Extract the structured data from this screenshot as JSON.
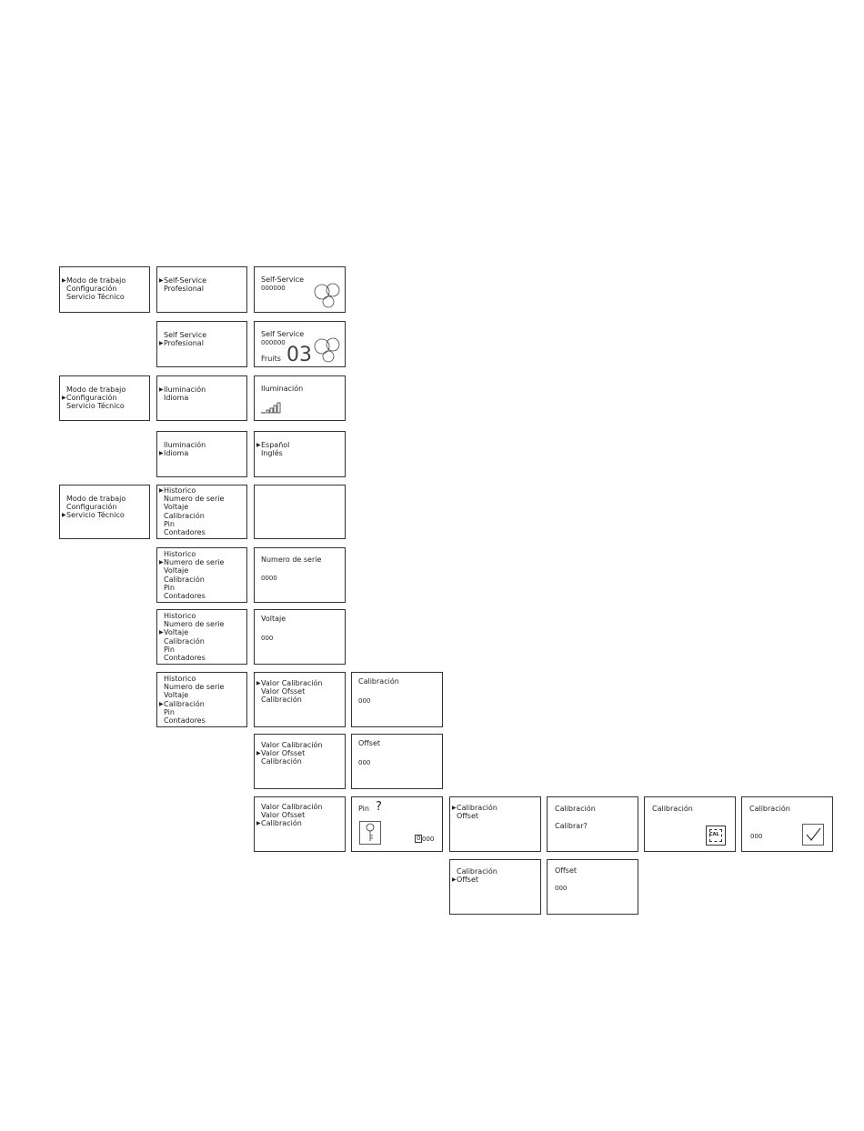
{
  "root_menus": [
    {
      "items": [
        "Modo de trabajo",
        "Configuración",
        "Servicio Técnico"
      ],
      "selected": 0
    },
    {
      "items": [
        "Modo de trabajo",
        "Configuración",
        "Servicio Técnico"
      ],
      "selected": 1
    },
    {
      "items": [
        "Modo de trabajo",
        "Configuración",
        "Servicio Técnico"
      ],
      "selected": 2
    }
  ],
  "work_mode_menus": [
    {
      "items": [
        "Self-Service",
        "Profesional"
      ],
      "selected": 0
    },
    {
      "items": [
        "Self Service",
        "Profesional"
      ],
      "selected": 1
    }
  ],
  "self_service_screen": {
    "title": "Self-Service",
    "value": "000000"
  },
  "profesional_screen": {
    "title": "Self Service",
    "value": "000000",
    "product": "Fruits",
    "number": "03"
  },
  "config_menus": [
    {
      "items": [
        "Iluminación",
        "Idioma"
      ],
      "selected": 0
    },
    {
      "items": [
        "Iluminación",
        "Idioma"
      ],
      "selected": 1
    }
  ],
  "iluminacion_screen": {
    "title": "Iluminación",
    "level_icon": "brightness-level-bars"
  },
  "idioma_menu": {
    "items": [
      "Español",
      "Inglés"
    ],
    "selected": 0
  },
  "service_menus": [
    {
      "items": [
        "Historico",
        "Numero de serie",
        "Voltaje",
        "Calibración",
        "Pin",
        "Contadores"
      ],
      "selected": 0
    },
    {
      "items": [
        "Historico",
        "Numero de serie",
        "Voltaje",
        "Calibración",
        "Pin",
        "Contadores"
      ],
      "selected": 1
    },
    {
      "items": [
        "Historico",
        "Numero de serie",
        "Voltaje",
        "Calibración",
        "Pin",
        "Contadores"
      ],
      "selected": 2
    },
    {
      "items": [
        "Historico",
        "Numero de serie",
        "Voltaje",
        "Calibración",
        "Pin",
        "Contadores"
      ],
      "selected": 3
    }
  ],
  "serie_screen": {
    "title": "Numero de serie",
    "value": "0000"
  },
  "voltaje_screen": {
    "title": "Voltaje",
    "value": "000"
  },
  "calib_menus": [
    {
      "items": [
        "Valor Calibración",
        "Valor Ofsset",
        "Calibración"
      ],
      "selected": 0
    },
    {
      "items": [
        "Valor Calibración",
        "Valor Ofsset",
        "Calibración"
      ],
      "selected": 1
    },
    {
      "items": [
        "Valor Calibración",
        "Valor Ofsset",
        "Calibración"
      ],
      "selected": 2
    }
  ],
  "calib_value_screen": {
    "title": "Calibración",
    "value": "000"
  },
  "offset_value_screen": {
    "title": "Offset",
    "value": "000"
  },
  "pin_screen": {
    "title": "Pin",
    "question": "?",
    "digit_cursor": "0",
    "digits": "000",
    "icon": "key-icon"
  },
  "calib_submenus": [
    {
      "items": [
        "Calibración",
        "Offset"
      ],
      "selected": 0
    },
    {
      "items": [
        "Calibración",
        "Offset"
      ],
      "selected": 1
    }
  ],
  "calibrar_screen": {
    "title": "Calibración",
    "prompt": "Calibrar?"
  },
  "calibrating_screen": {
    "title": "Calibración",
    "icon_label": "CAL"
  },
  "calibrated_screen": {
    "title": "Calibración",
    "value": "000",
    "icon": "check-icon"
  },
  "offset_final_screen": {
    "title": "Offset",
    "value": "000"
  }
}
